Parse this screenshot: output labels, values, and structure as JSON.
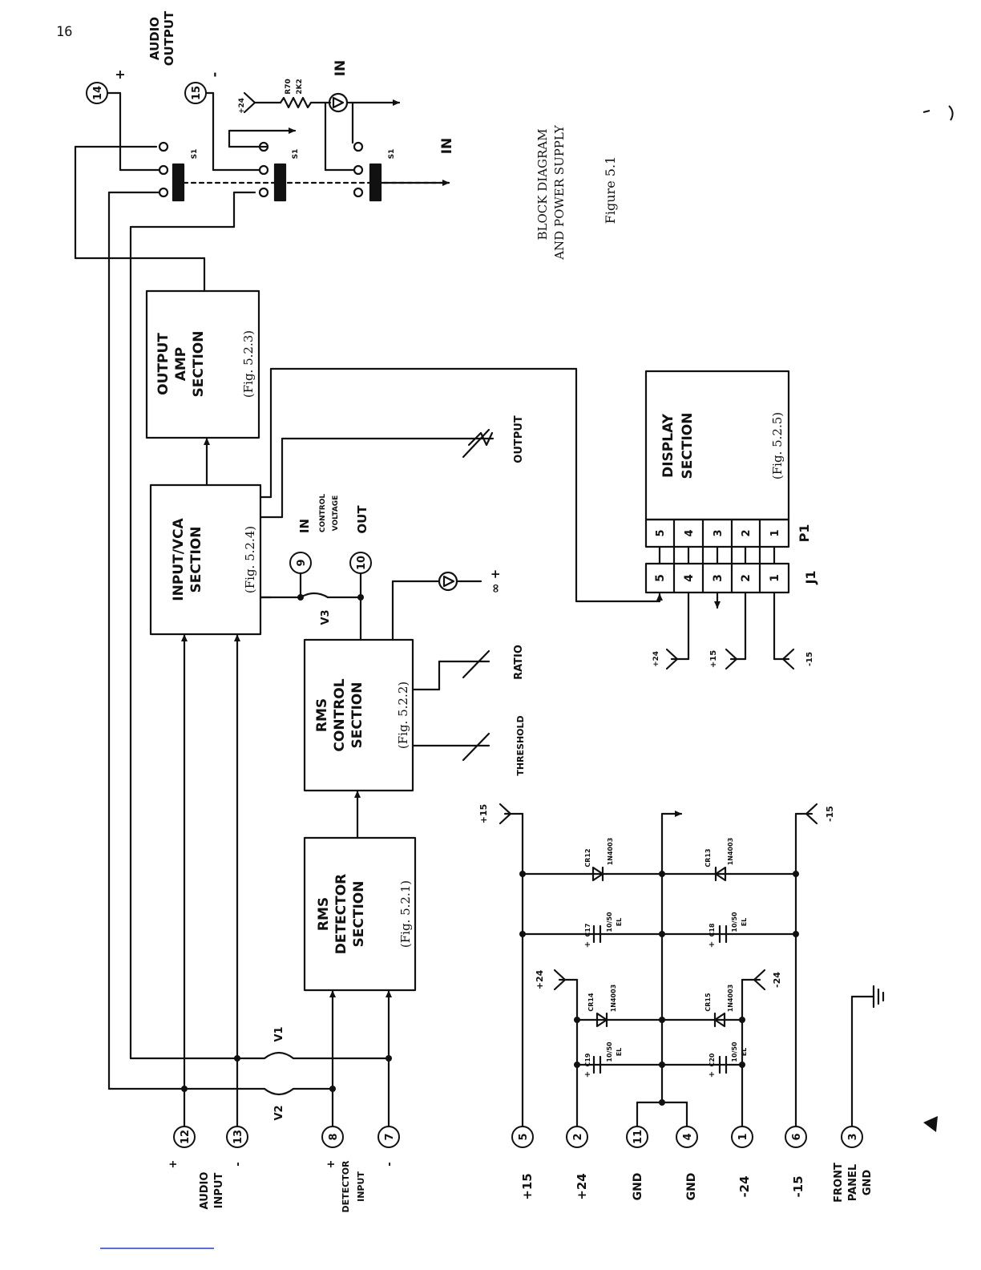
{
  "page_number": "16",
  "caption": {
    "line1": "BLOCK DIAGRAM",
    "line2": "AND POWER SUPPLY",
    "figure": "Figure 5.1"
  },
  "blocks": {
    "rms_detector": {
      "lines": [
        "RMS",
        "DETECTOR",
        "SECTION"
      ],
      "ref": "(Fig. 5.2.1)"
    },
    "rms_control": {
      "lines": [
        "RMS",
        "CONTROL",
        "SECTION"
      ],
      "ref": "(Fig. 5.2.2)"
    },
    "input_vca": {
      "lines": [
        "INPUT/VCA",
        "SECTION"
      ],
      "ref": "(Fig. 5.2.4)"
    },
    "output_amp": {
      "lines": [
        "OUTPUT",
        "AMP",
        "SECTION"
      ],
      "ref": "(Fig. 5.2.3)"
    },
    "display": {
      "lines": [
        "DISPLAY",
        "SECTION"
      ],
      "ref": "(Fig. 5.2.5)"
    }
  },
  "terminals": {
    "t12": "12",
    "t13": "13",
    "t8": "8",
    "t7": "7",
    "t5": "5",
    "t2": "2",
    "t11": "11",
    "t4": "4",
    "t1": "1",
    "t6": "6",
    "t3": "3",
    "t9": "9",
    "t10": "10",
    "t14": "14",
    "t15": "15"
  },
  "labels": {
    "audio_input": [
      "AUDIO",
      "INPUT"
    ],
    "audio_input_plus": "+",
    "audio_input_minus": "-",
    "detector_input": [
      "DETECTOR",
      "INPUT"
    ],
    "detector_input_plus": "+",
    "detector_input_minus": "-",
    "audio_output": [
      "AUDIO",
      "OUTPUT"
    ],
    "audio_output_plus": "+",
    "audio_output_minus": "-",
    "control_in": "IN",
    "control_voltage": [
      "CONTROL",
      "VOLTAGE"
    ],
    "control_out": "OUT",
    "output_pot": "OUTPUT",
    "ratio_pot": "RATIO",
    "threshold_pot": "THRESHOLD",
    "inf_plus": "∞ +",
    "in_top": "IN",
    "in_right": "IN",
    "r70": [
      "R70",
      "2K2"
    ],
    "plus24_top": "+24",
    "v3": "V3",
    "v2": "V2",
    "v1": "V1",
    "s1": "S1",
    "j1": "J1",
    "p1": "P1",
    "j1_pins": [
      "5",
      "4",
      "3",
      "2",
      "1"
    ],
    "p1_pins": [
      "5",
      "4",
      "3",
      "2",
      "1"
    ],
    "j1_plus24": "+24",
    "j1_plus15": "+15",
    "j1_minus15": "-15",
    "ps_plus15": "+15",
    "ps_minus15": "-15",
    "ps_plus24": "+24",
    "ps_minus24": "-24",
    "cr12": [
      "CR12",
      "1N4003"
    ],
    "cr13": [
      "CR13",
      "1N4003"
    ],
    "cr14": [
      "CR14",
      "1N4003"
    ],
    "cr15": [
      "CR15",
      "1N4003"
    ],
    "c17": [
      "C17",
      "10/50",
      "EL"
    ],
    "c18": [
      "C18",
      "10/50",
      "EL"
    ],
    "c19": [
      "C19",
      "10/50",
      "EL"
    ],
    "c20": [
      "C20",
      "10/50",
      "EL"
    ],
    "cap_plus": "+",
    "rail_plus15": "+15",
    "rail_plus24": "+24",
    "rail_gnd_a": "GND",
    "rail_gnd_b": "GND",
    "rail_minus24": "-24",
    "rail_minus15": "-15",
    "front_panel_gnd": [
      "FRONT",
      "PANEL",
      "GND"
    ]
  }
}
